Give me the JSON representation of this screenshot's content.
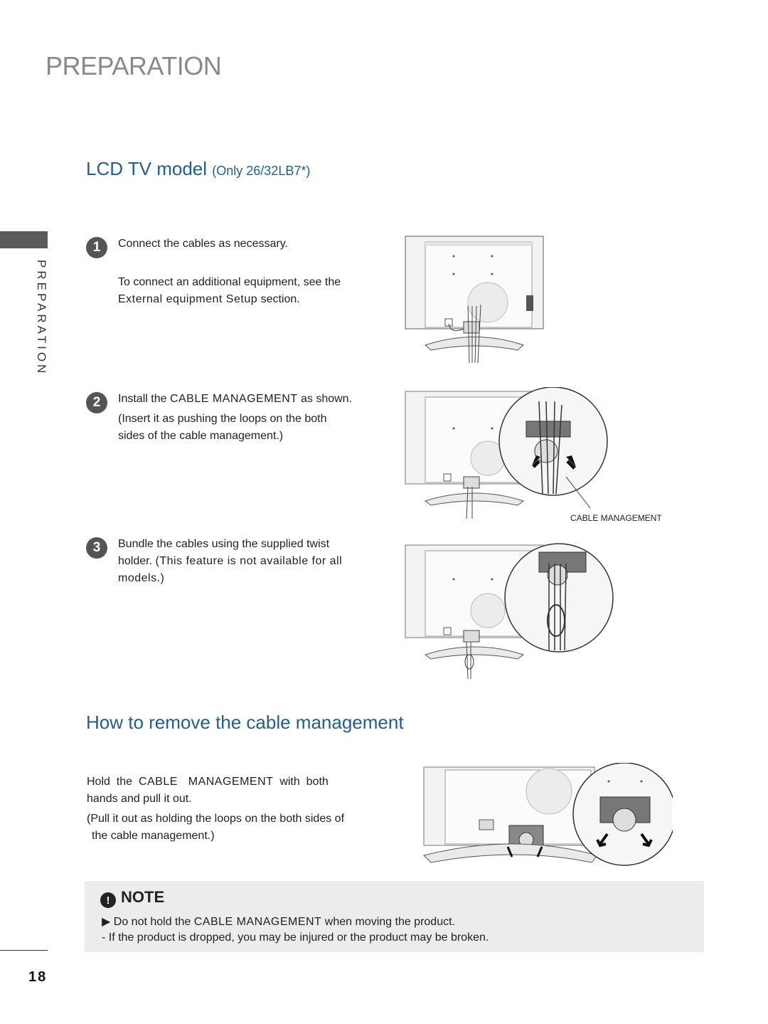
{
  "header": {
    "title": "PREPARATION"
  },
  "sidebar": {
    "label": "PREPARATION"
  },
  "section": {
    "heading": "LCD TV model",
    "subheading": "(Only 26/32LB7*)"
  },
  "steps": [
    {
      "number": "1",
      "line1": "Connect the cables as necessary.",
      "line2": "To connect an additional equipment, see the",
      "line3_emphasis": "External equipment Setup",
      "line3_rest": " section."
    },
    {
      "number": "2",
      "line1_pre": "Install the ",
      "line1_emphasis": "CABLE MANAGEMENT",
      "line1_post": " as shown.",
      "line2": "(Insert it as pushing the loops on the both",
      "line3": "sides of the cable management.)",
      "caption": "CABLE MANAGEMENT"
    },
    {
      "number": "3",
      "line1": "Bundle the cables using the supplied twist",
      "line2_pre": "holder. ",
      "line2_emphasis": "(This feature is not available for all",
      "line3_emphasis": "models.)"
    }
  ],
  "remove": {
    "heading": "How to remove the cable management",
    "line1_pre": "Hold  the  ",
    "line1_emphasis": "CABLE   MANAGEMENT",
    "line1_post": "  with  both",
    "line2": "hands and pull it out.",
    "line3": "(Pull it out as holding the loops on the both sides of",
    "line4": "the cable management.)"
  },
  "note": {
    "icon": "!",
    "label": "NOTE",
    "line1_pre": "Do not hold the ",
    "line1_emphasis": "CABLE MANAGEMENT",
    "line1_post": " when moving the product.",
    "line2": "- If the product is dropped, you may be injured or the product may be broken."
  },
  "footer": {
    "page_number": "18"
  }
}
